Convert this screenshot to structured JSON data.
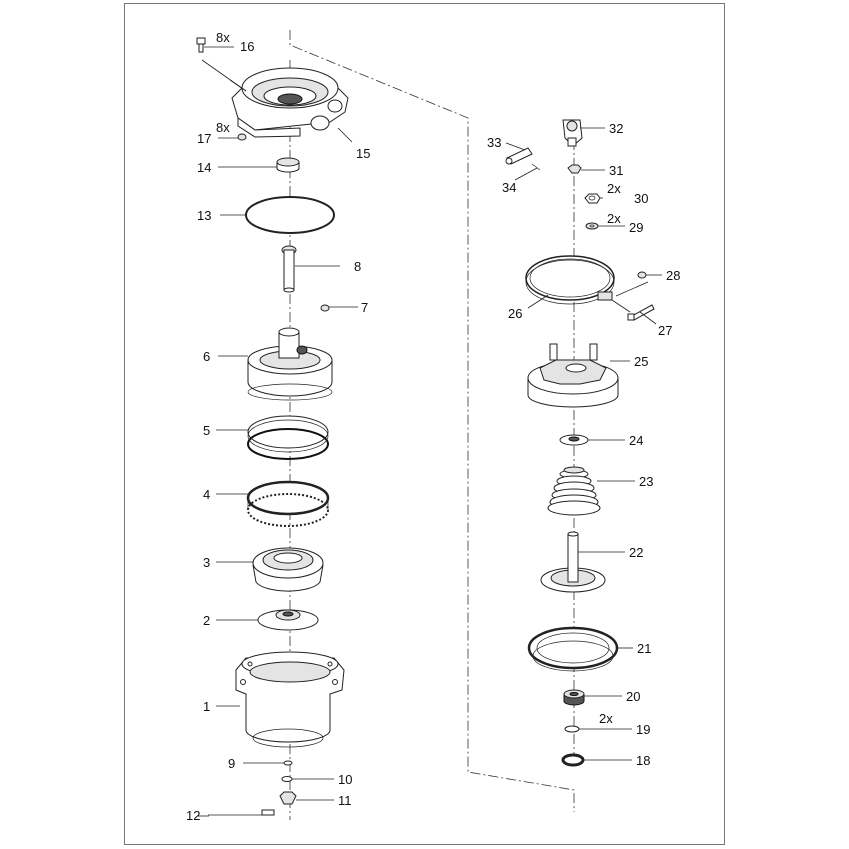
{
  "callouts": [
    {
      "n": "1"
    },
    {
      "n": "2"
    },
    {
      "n": "3"
    },
    {
      "n": "4"
    },
    {
      "n": "5"
    },
    {
      "n": "6"
    },
    {
      "n": "7"
    },
    {
      "n": "8"
    },
    {
      "n": "9"
    },
    {
      "n": "10"
    },
    {
      "n": "11"
    },
    {
      "n": "12"
    },
    {
      "n": "13"
    },
    {
      "n": "14"
    },
    {
      "n": "15"
    },
    {
      "n": "16"
    },
    {
      "n": "17"
    },
    {
      "n": "18"
    },
    {
      "n": "19"
    },
    {
      "n": "20"
    },
    {
      "n": "21"
    },
    {
      "n": "22"
    },
    {
      "n": "23"
    },
    {
      "n": "24"
    },
    {
      "n": "25"
    },
    {
      "n": "26"
    },
    {
      "n": "27"
    },
    {
      "n": "28"
    },
    {
      "n": "29"
    },
    {
      "n": "30"
    },
    {
      "n": "31"
    },
    {
      "n": "32"
    },
    {
      "n": "33"
    },
    {
      "n": "34"
    }
  ],
  "quantities": {
    "q16": "8x",
    "q17": "8x",
    "q19": "2x",
    "q29": "2x",
    "q30": "2x"
  }
}
